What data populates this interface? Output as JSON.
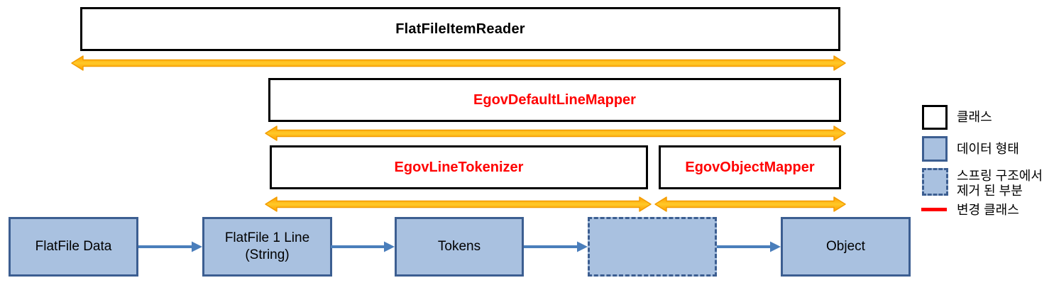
{
  "colors": {
    "orange_arrow": "#FFC000",
    "orange_arrow_edge": "#F29B00",
    "data_box_fill": "#A9C1E0",
    "data_box_border": "#3C5E91",
    "flow_arrow": "#4A7EBB",
    "changed_class_red": "#FF0000",
    "class_box_border": "#000000"
  },
  "boxes": {
    "reader": "FlatFileItemReader",
    "line_mapper": "EgovDefaultLineMapper",
    "tokenizer": "EgovLineTokenizer",
    "object_mapper": "EgovObjectMapper"
  },
  "flow": {
    "nodes": [
      {
        "label": "FlatFile Data"
      },
      {
        "label": "FlatFile 1 Line",
        "sublabel": "(String)"
      },
      {
        "label": "Tokens"
      },
      {
        "label": ""
      },
      {
        "label": "Object"
      }
    ]
  },
  "legend": {
    "class_label": "클래스",
    "data_label": "데이터 형태",
    "removed_line1": "스프링 구조에서",
    "removed_line2": "제거 된 부분",
    "changed_label": "변경 클래스"
  }
}
